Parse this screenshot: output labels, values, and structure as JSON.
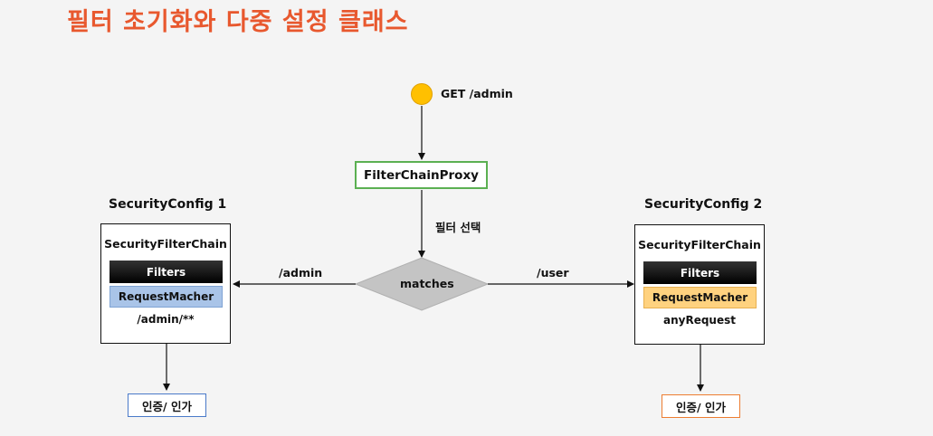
{
  "title": "필터 초기화와 다중 설정 클래스",
  "request": {
    "label": "GET /admin",
    "color": "#ffc000"
  },
  "proxy": {
    "label": "FilterChainProxy",
    "border_color": "#5bb052"
  },
  "select_label": "필터 선택",
  "decision": {
    "label": "matches"
  },
  "left_path_label": "/admin",
  "right_path_label": "/user",
  "config1": {
    "title": "SecurityConfig 1",
    "chain_title": "SecurityFilterChain",
    "filters_label": "Filters",
    "matcher_label": "RequestMacher",
    "pattern": "/admin/**",
    "result_label": "인증/ 인가",
    "matcher_color": "#a9c4e8",
    "result_border_color": "#4a7ac9"
  },
  "config2": {
    "title": "SecurityConfig 2",
    "chain_title": "SecurityFilterChain",
    "filters_label": "Filters",
    "matcher_label": "RequestMacher",
    "pattern": "anyRequest",
    "result_label": "인증/ 인가",
    "matcher_color": "#ffd27f",
    "result_border_color": "#ed7d31"
  },
  "accent_color": "#e8582e"
}
